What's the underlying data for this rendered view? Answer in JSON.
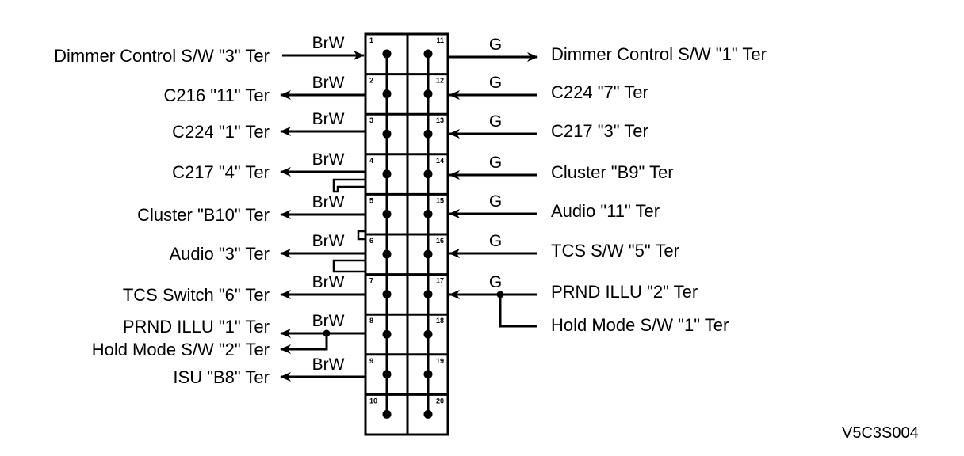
{
  "diagram": {
    "figure_code": "V5C3S004",
    "connector": {
      "left_column_pins": [
        "1",
        "2",
        "3",
        "4",
        "5",
        "6",
        "7",
        "8",
        "9",
        "10"
      ],
      "right_column_pins": [
        "11",
        "12",
        "13",
        "14",
        "15",
        "16",
        "17",
        "18",
        "19",
        "20"
      ]
    },
    "left_connections": [
      {
        "pin": "1",
        "wire": "BrW",
        "direction": "in",
        "labels": [
          "Dimmer Control S/W \"3\" Ter"
        ]
      },
      {
        "pin": "2",
        "wire": "BrW",
        "direction": "out",
        "labels": [
          "C216 \"11\" Ter"
        ]
      },
      {
        "pin": "3",
        "wire": "BrW",
        "direction": "out",
        "labels": [
          "C224 \"1\" Ter"
        ]
      },
      {
        "pin": "4",
        "wire": "BrW",
        "direction": "out",
        "labels": [
          "C217 \"4\" Ter"
        ]
      },
      {
        "pin": "5",
        "wire": "BrW",
        "direction": "out",
        "labels": [
          "Cluster \"B10\" Ter"
        ]
      },
      {
        "pin": "6",
        "wire": "BrW",
        "direction": "out",
        "labels": [
          "Audio \"3\" Ter"
        ]
      },
      {
        "pin": "7",
        "wire": "BrW",
        "direction": "out",
        "labels": [
          "TCS Switch \"6\" Ter"
        ]
      },
      {
        "pin": "8",
        "wire": "BrW",
        "direction": "out",
        "labels": [
          "PRND ILLU \"1\" Ter",
          "Hold Mode S/W \"2\" Ter"
        ]
      },
      {
        "pin": "9",
        "wire": "BrW",
        "direction": "out",
        "labels": [
          "ISU \"B8\" Ter"
        ]
      }
    ],
    "right_connections": [
      {
        "pin": "11",
        "wire": "G",
        "direction": "out",
        "labels": [
          "Dimmer Control S/W \"1\" Ter"
        ]
      },
      {
        "pin": "12",
        "wire": "G",
        "direction": "in",
        "labels": [
          "C224 \"7\" Ter"
        ]
      },
      {
        "pin": "13",
        "wire": "G",
        "direction": "in",
        "labels": [
          "C217 \"3\" Ter"
        ]
      },
      {
        "pin": "14",
        "wire": "G",
        "direction": "in",
        "labels": [
          "Cluster \"B9\" Ter"
        ]
      },
      {
        "pin": "15",
        "wire": "G",
        "direction": "in",
        "labels": [
          "Audio \"11\" Ter"
        ]
      },
      {
        "pin": "16",
        "wire": "G",
        "direction": "in",
        "labels": [
          "TCS S/W \"5\" Ter"
        ]
      },
      {
        "pin": "17",
        "wire": "G",
        "direction": "in",
        "labels": [
          "PRND ILLU \"2\" Ter",
          "Hold Mode S/W \"1\" Ter"
        ]
      }
    ]
  }
}
